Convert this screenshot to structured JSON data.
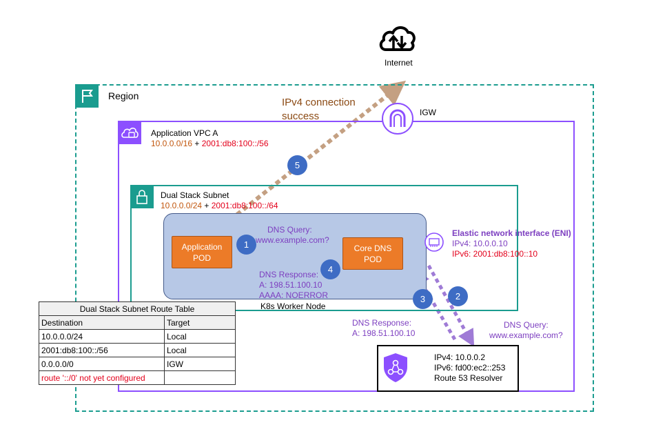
{
  "internet": {
    "label": "Internet"
  },
  "region": {
    "label": "Region"
  },
  "igw": {
    "label": "IGW"
  },
  "connection": {
    "line1": "IPv4 connection",
    "line2": "success"
  },
  "vpc": {
    "title": "Application VPC A",
    "cidr_v4": "10.0.0.0/16",
    "plus": " + ",
    "cidr_v6": "2001:db8:100::/56"
  },
  "subnet": {
    "title": "Dual Stack Subnet",
    "cidr_v4": "10.0.0.0/24",
    "plus": " + ",
    "cidr_v6": "2001:db8:100::/64"
  },
  "worker_node": {
    "label": "K8s Worker Node"
  },
  "app_pod": {
    "line1": "Application",
    "line2": "POD"
  },
  "dns_pod": {
    "line1": "Core DNS",
    "line2": "POD"
  },
  "query_inner": {
    "line1": "DNS Query:",
    "line2": "www.example.com?"
  },
  "response_inner": {
    "line1": "DNS Response:",
    "line2": "A: 198.51.100.10",
    "line3": "AAAA: NOERROR"
  },
  "eni": {
    "title": "Elastic network interface (ENI)",
    "ipv4": "IPv4: 10.0.0.10",
    "ipv6": "IPv6: 2001:db8:100::10"
  },
  "response_outer": {
    "line1": "DNS Response:",
    "line2": "A: 198.51.100.10"
  },
  "query_outer": {
    "line1": "DNS Query:",
    "line2": "www.example.com?"
  },
  "resolver": {
    "ipv4": "IPv4: 10.0.0.2",
    "ipv6": "IPv6: fd00:ec2::253",
    "name": "Route 53 Resolver"
  },
  "steps": [
    "1",
    "2",
    "3",
    "4",
    "5"
  ],
  "route_table": {
    "title": "Dual Stack Subnet Route Table",
    "headers": [
      "Destination",
      "Target"
    ],
    "rows": [
      [
        "10.0.0.0/24",
        "Local"
      ],
      [
        "2001:db8:100::/56",
        "Local"
      ],
      [
        "0.0.0.0/0",
        "IGW"
      ],
      [
        "route '::/0' not yet configured",
        ""
      ]
    ]
  },
  "colors": {
    "region": "#1a9c8f",
    "vpc": "#8c4fff",
    "pod": "#ec7b28",
    "step": "#3e6cc4",
    "purple_text": "#7d3fc0",
    "red_text": "#e3001b",
    "igw_arrow": "#b8906a"
  }
}
